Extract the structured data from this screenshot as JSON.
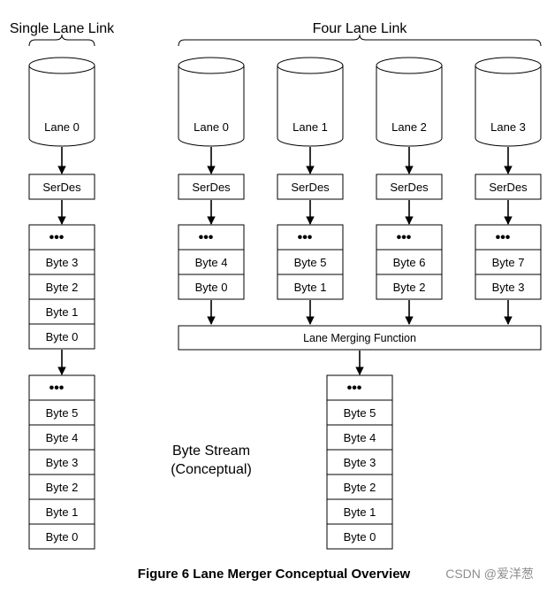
{
  "headers": {
    "single": "Single Lane Link",
    "four": "Four Lane Link"
  },
  "single": {
    "lane": "Lane 0",
    "serdes": "SerDes",
    "buffer_dots": "•••",
    "buffer": [
      "Byte 3",
      "Byte 2",
      "Byte 1",
      "Byte 0"
    ],
    "stream_dots": "•••",
    "stream": [
      "Byte 5",
      "Byte 4",
      "Byte 3",
      "Byte 2",
      "Byte 1",
      "Byte 0"
    ]
  },
  "four": {
    "lanes": [
      {
        "lane": "Lane 0",
        "serdes": "SerDes",
        "dots": "•••",
        "bytes": [
          "Byte 4",
          "Byte 0"
        ]
      },
      {
        "lane": "Lane 1",
        "serdes": "SerDes",
        "dots": "•••",
        "bytes": [
          "Byte 5",
          "Byte 1"
        ]
      },
      {
        "lane": "Lane 2",
        "serdes": "SerDes",
        "dots": "•••",
        "bytes": [
          "Byte 6",
          "Byte 2"
        ]
      },
      {
        "lane": "Lane 3",
        "serdes": "SerDes",
        "dots": "•••",
        "bytes": [
          "Byte 7",
          "Byte 3"
        ]
      }
    ],
    "merge": "Lane Merging Function",
    "stream_dots": "•••",
    "stream": [
      "Byte 5",
      "Byte 4",
      "Byte 3",
      "Byte 2",
      "Byte 1",
      "Byte 0"
    ]
  },
  "byte_stream_label": [
    "Byte Stream",
    "(Conceptual)"
  ],
  "caption": "Figure 6 Lane Merger Conceptual Overview",
  "watermark": "CSDN @爱洋葱"
}
